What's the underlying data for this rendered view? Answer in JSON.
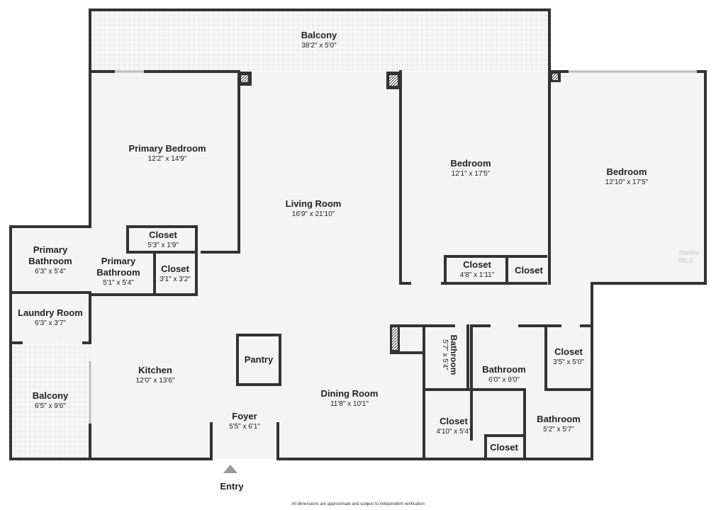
{
  "rooms": {
    "balcony_top": {
      "name": "Balcony",
      "dims": "38'2\" x 5'0\""
    },
    "primary_bedroom": {
      "name": "Primary Bedroom",
      "dims": "12'2\" x 14'9\""
    },
    "living_room": {
      "name": "Living Room",
      "dims": "16'9\" x 21'10\""
    },
    "bedroom_center": {
      "name": "Bedroom",
      "dims": "12'1\" x 17'5\""
    },
    "bedroom_right": {
      "name": "Bedroom",
      "dims": "12'10\" x 17'5\""
    },
    "closet_primary": {
      "name": "Closet",
      "dims": "5'3\" x 1'9\""
    },
    "primary_bath_left": {
      "name": "Primary Bathroom",
      "dims": "6'3\" x 5'4\""
    },
    "primary_bath_right": {
      "name": "Primary Bathroom",
      "dims": "5'1\" x 5'4\""
    },
    "closet_small": {
      "name": "Closet",
      "dims": "3'1\" x 3'2\""
    },
    "closet_bedroom": {
      "name": "Closet",
      "dims": "4'8\" x 1'11\""
    },
    "closet_bedroom_right": {
      "name": "Closet",
      "dims": ""
    },
    "laundry": {
      "name": "Laundry Room",
      "dims": "6'3\" x 3'7\""
    },
    "kitchen": {
      "name": "Kitchen",
      "dims": "12'0\" x 13'6\""
    },
    "pantry": {
      "name": "Pantry",
      "dims": ""
    },
    "balcony_left": {
      "name": "Balcony",
      "dims": "6'5\" x 9'6\""
    },
    "foyer": {
      "name": "Foyer",
      "dims": "5'5\" x 6'1\""
    },
    "dining_room": {
      "name": "Dining Room",
      "dims": "11'8\" x 10'1\""
    },
    "bathroom_vertical": {
      "name": "Bathroom",
      "dims": "5'7\" x 5'4\""
    },
    "bathroom_mid": {
      "name": "Bathroom",
      "dims": "6'0\" x 9'0\""
    },
    "closet_mid_right": {
      "name": "Closet",
      "dims": "3'5\" x 5'0\""
    },
    "closet_lower": {
      "name": "Closet",
      "dims": "4'10\" x 5'4\""
    },
    "bathroom_lower_right": {
      "name": "Bathroom",
      "dims": "5'2\" x 5'7\""
    },
    "closet_tiny": {
      "name": "Closet",
      "dims": ""
    }
  },
  "entry_label": "Entry",
  "footer_note": "All dimensions are approximate and subject to independent verification",
  "watermark": "Stellar MLS",
  "colors": {
    "wall": "#333333",
    "floor": "#f4f4f4",
    "balcony_tile": "#dcdcdc",
    "window": "#c8c8c8"
  }
}
